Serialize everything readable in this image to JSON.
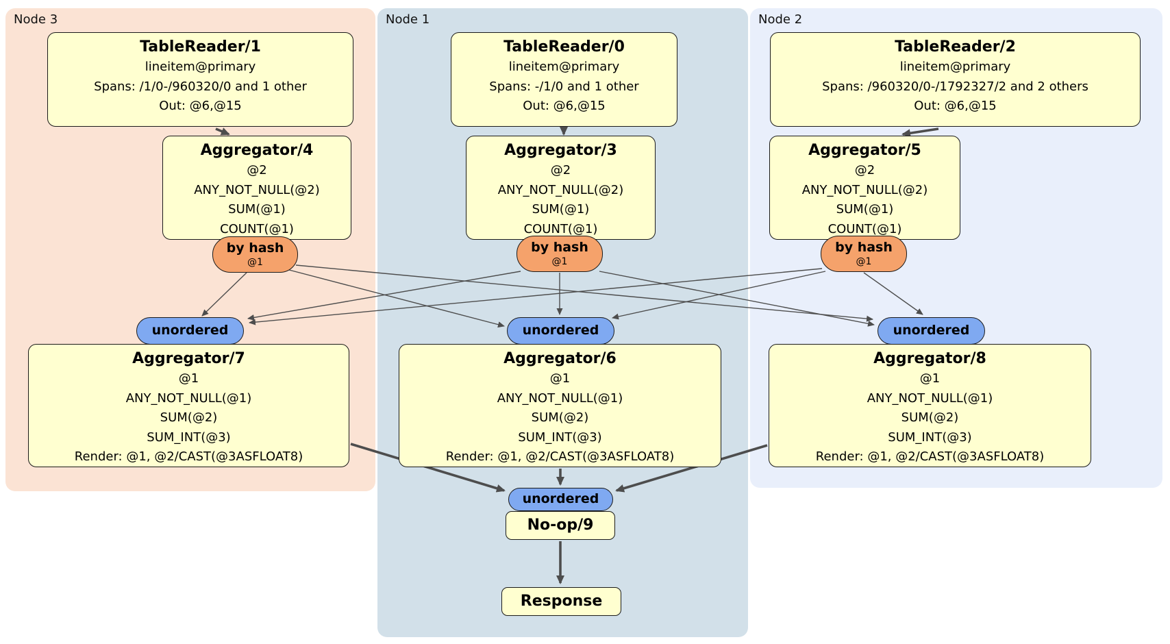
{
  "regions": {
    "node3": {
      "label": "Node 3"
    },
    "node1": {
      "label": "Node 1"
    },
    "node2": {
      "label": "Node 2"
    }
  },
  "processors": {
    "tr1": {
      "title": "TableReader/1",
      "lines": [
        "lineitem@primary",
        "Spans: /1/0-/960320/0 and 1 other",
        "Out: @6,@15"
      ]
    },
    "tr0": {
      "title": "TableReader/0",
      "lines": [
        "lineitem@primary",
        "Spans: -/1/0 and 1 other",
        "Out: @6,@15"
      ]
    },
    "tr2": {
      "title": "TableReader/2",
      "lines": [
        "lineitem@primary",
        "Spans: /960320/0-/1792327/2 and 2 others",
        "Out: @6,@15"
      ]
    },
    "agg4": {
      "title": "Aggregator/4",
      "lines": [
        "@2",
        "ANY_NOT_NULL(@2)",
        "SUM(@1)",
        "COUNT(@1)"
      ]
    },
    "agg3": {
      "title": "Aggregator/3",
      "lines": [
        "@2",
        "ANY_NOT_NULL(@2)",
        "SUM(@1)",
        "COUNT(@1)"
      ]
    },
    "agg5": {
      "title": "Aggregator/5",
      "lines": [
        "@2",
        "ANY_NOT_NULL(@2)",
        "SUM(@1)",
        "COUNT(@1)"
      ]
    },
    "agg7": {
      "title": "Aggregator/7",
      "lines": [
        "@1",
        "ANY_NOT_NULL(@1)",
        "SUM(@2)",
        "SUM_INT(@3)",
        "Render: @1, @2/CAST(@3ASFLOAT8)"
      ]
    },
    "agg6": {
      "title": "Aggregator/6",
      "lines": [
        "@1",
        "ANY_NOT_NULL(@1)",
        "SUM(@2)",
        "SUM_INT(@3)",
        "Render: @1, @2/CAST(@3ASFLOAT8)"
      ]
    },
    "agg8": {
      "title": "Aggregator/8",
      "lines": [
        "@1",
        "ANY_NOT_NULL(@1)",
        "SUM(@2)",
        "SUM_INT(@3)",
        "Render: @1, @2/CAST(@3ASFLOAT8)"
      ]
    },
    "noop": {
      "title": "No-op/9"
    },
    "response": {
      "title": "Response"
    }
  },
  "routers": {
    "by_hash": {
      "label": "by hash",
      "sub": "@1"
    },
    "unordered": {
      "label": "unordered"
    }
  },
  "colors": {
    "node3_bg": "#fbe3d4",
    "node1_bg": "#d2e0e9",
    "node2_bg": "#e9effb",
    "box_bg": "#ffffd0",
    "hash_bg": "#f5a26b",
    "unordered_bg": "#7fa9f1",
    "edge_color": "#4d4d4d",
    "line_border": "#1a1a1a"
  }
}
